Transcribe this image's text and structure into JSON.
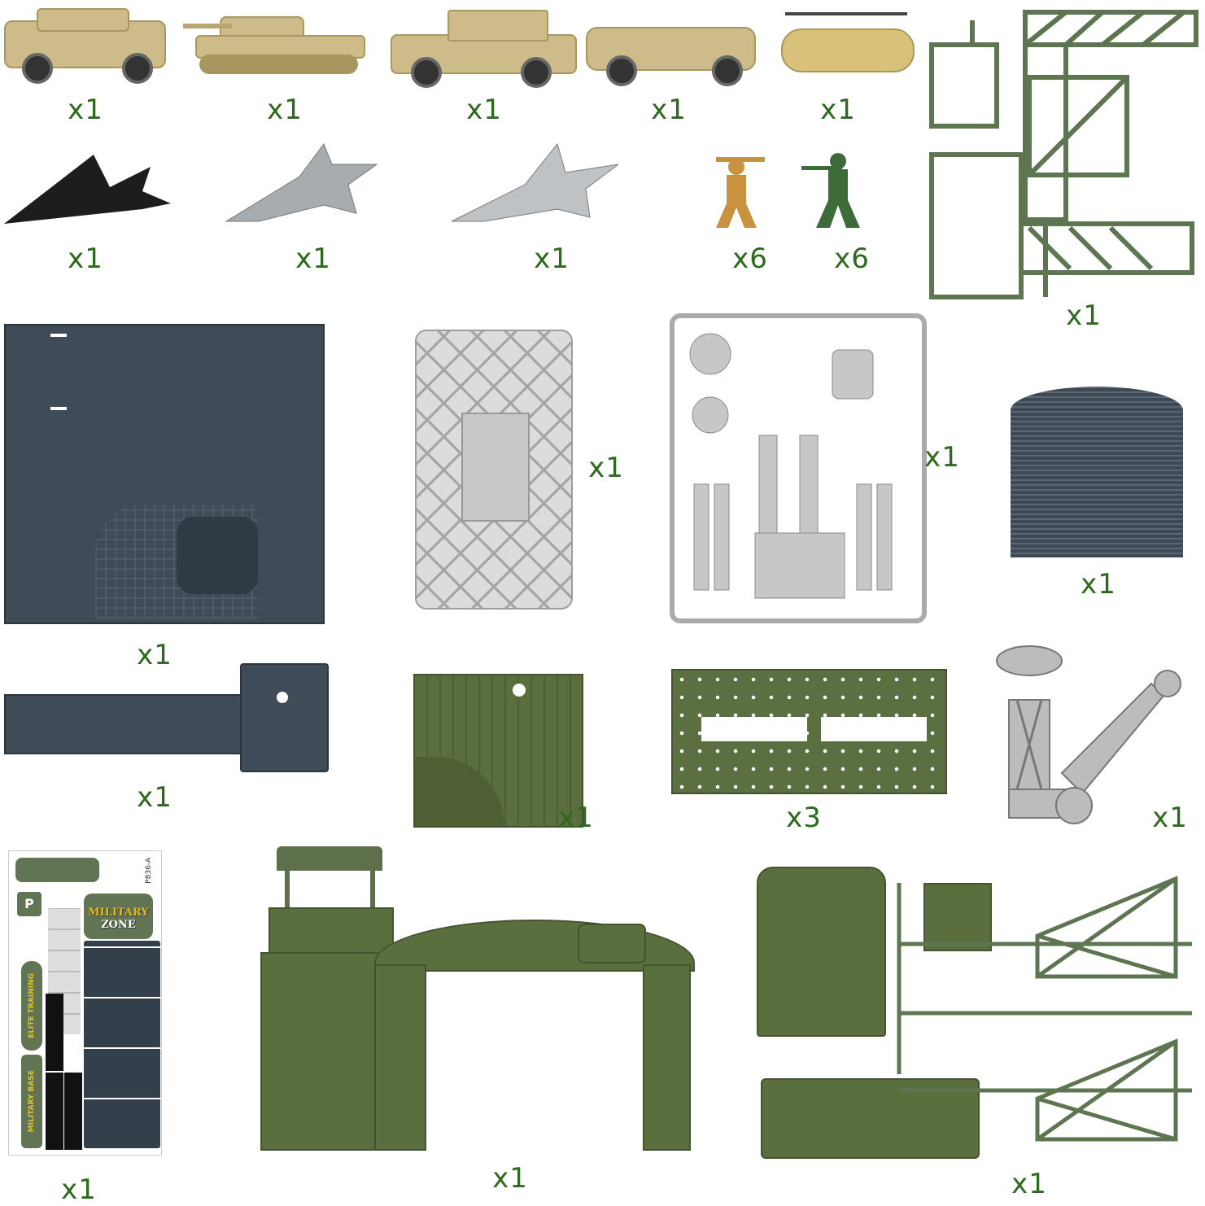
{
  "items": [
    {
      "name": "armored-truck",
      "qty": "x1"
    },
    {
      "name": "tank",
      "qty": "x1"
    },
    {
      "name": "jeep",
      "qty": "x1"
    },
    {
      "name": "armored-car",
      "qty": "x1"
    },
    {
      "name": "chinook-helicopter",
      "qty": "x1"
    },
    {
      "name": "stealth-bomber",
      "qty": "x1"
    },
    {
      "name": "fighter-jet-camo",
      "qty": "x1"
    },
    {
      "name": "fighter-jet-grey",
      "qty": "x1"
    },
    {
      "name": "tan-soldiers",
      "qty": "x6"
    },
    {
      "name": "green-soldiers",
      "qty": "x6"
    },
    {
      "name": "green-frame-sprue",
      "qty": "x1"
    },
    {
      "name": "silver-gate-panel",
      "qty": "x1"
    },
    {
      "name": "silver-weapons-sprue",
      "qty": "x1"
    },
    {
      "name": "curved-ramp",
      "qty": "x1"
    },
    {
      "name": "base-floor",
      "qty": "x1"
    },
    {
      "name": "base-wall",
      "qty": "x1"
    },
    {
      "name": "bunker-piece",
      "qty": "x1"
    },
    {
      "name": "green-platform",
      "qty": "x3"
    },
    {
      "name": "radar-crane",
      "qty": "x1"
    },
    {
      "name": "sticker-sheet",
      "qty": "x1"
    },
    {
      "name": "watchtower-gate",
      "qty": "x1"
    },
    {
      "name": "green-tower-sprue",
      "qty": "x1"
    }
  ],
  "sticker": {
    "code": "P836-A",
    "logo_line1": "MILITARY",
    "logo_line2": "ZONE",
    "elite": "ELITE TRAINING",
    "base": "MILITARY BASE",
    "parking": "P"
  },
  "colors": {
    "label": "#2e6a1e",
    "tan": "#cdbb8a",
    "olive": "#5b6e3d",
    "slate": "#3f4c58",
    "silver": "#d4d4d4"
  }
}
